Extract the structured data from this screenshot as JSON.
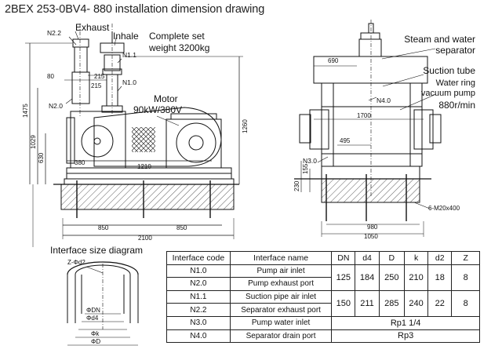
{
  "title": "2BEX 253-0BV4- 880 installation dimension drawing",
  "left_view": {
    "labels": {
      "exhaust": "Exhaust",
      "inhale": "Inhale",
      "complete_set": "Complete set",
      "weight": "weight 3200kg",
      "motor": "Motor",
      "motor_spec": "90kW/380V"
    },
    "nozzles": [
      "N2.2",
      "N1.1",
      "N1.0",
      "N2.0"
    ],
    "dimensions": [
      "215",
      "80",
      "215",
      "1475",
      "1029",
      "630",
      "1260",
      "380",
      "1210",
      "850",
      "850",
      "2100"
    ]
  },
  "right_view": {
    "labels": {
      "separator": [
        "Steam and water",
        "separator"
      ],
      "suction_tube": "Suction tube",
      "pump": [
        "Water ring",
        "vacuum pump"
      ],
      "speed": "880r/min"
    },
    "nozzles": [
      "N4.0",
      "N3.0"
    ],
    "dimensions": [
      "690",
      "1700",
      "495",
      "155",
      "230",
      "980",
      "1050"
    ],
    "bolts": "6-M20x400"
  },
  "interface_diagram": {
    "title": "Interface size diagram",
    "labels": [
      "Z-Φd2",
      "ΦDN",
      "Φd4",
      "Φk",
      "ΦD"
    ]
  },
  "table": {
    "headers": [
      "Interface code",
      "Interface name",
      "DN",
      "d4",
      "D",
      "k",
      "d2",
      "Z"
    ],
    "rows": [
      {
        "code": "N1.0",
        "name": "Pump air inlet"
      },
      {
        "code": "N2.0",
        "name": "Pump exhaust port"
      },
      {
        "code": "N1.1",
        "name": "Suction pipe air inlet"
      },
      {
        "code": "N2.2",
        "name": "Separator exhaust port"
      },
      {
        "code": "N3.0",
        "name": "Pump water inlet"
      },
      {
        "code": "N4.0",
        "name": "Separator drain port"
      }
    ],
    "group_a": {
      "DN": "125",
      "d4": "184",
      "D": "250",
      "k": "210",
      "d2": "18",
      "Z": "8"
    },
    "group_b": {
      "DN": "150",
      "d4": "211",
      "D": "285",
      "k": "240",
      "d2": "22",
      "Z": "8"
    },
    "n30_value": "Rp1 1/4",
    "n40_value": "Rp3"
  }
}
